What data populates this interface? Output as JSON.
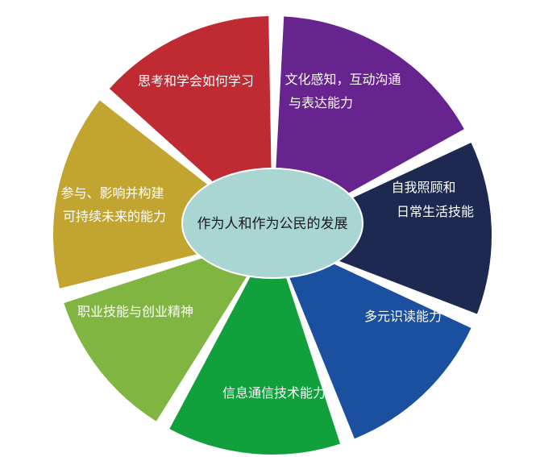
{
  "center": {
    "label": "作为人和作为公民的发展",
    "color": "#a9d6d3"
  },
  "segments": [
    {
      "key": "learning",
      "lines": [
        "思考和学会如何学习"
      ],
      "color": "#c02a32"
    },
    {
      "key": "communication",
      "lines": [
        "文化感知，互动沟通",
        "与表达能力"
      ],
      "color": "#67248f"
    },
    {
      "key": "selfcare",
      "lines": [
        "自我照顾和",
        "日常生活技能"
      ],
      "color": "#1d2951"
    },
    {
      "key": "literacy",
      "lines": [
        "多元识读能力"
      ],
      "color": "#1b4f9f"
    },
    {
      "key": "ict",
      "lines": [
        "信息通信技术能力"
      ],
      "color": "#12a03c"
    },
    {
      "key": "entrepreneurship",
      "lines": [
        "职业技能与创业精神"
      ],
      "color": "#80b541"
    },
    {
      "key": "participation",
      "lines": [
        "参与、影响并构建",
        "可持续未来的能力"
      ],
      "color": "#c2a531"
    }
  ]
}
